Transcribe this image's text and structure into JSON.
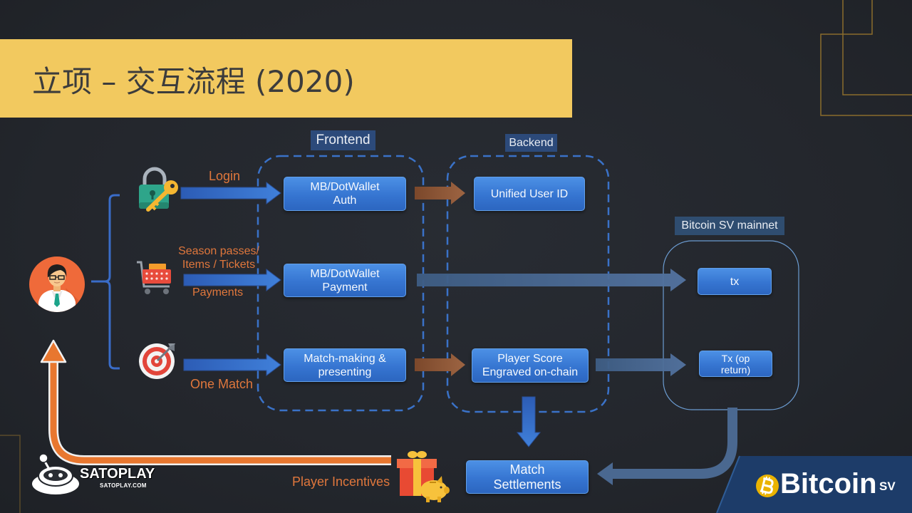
{
  "title": "立项 – 交互流程 (2020)",
  "sections": {
    "frontend": "Frontend",
    "backend": "Backend",
    "mainnet": "Bitcoin SV mainnet"
  },
  "nodes": {
    "auth": [
      "MB/DotWallet",
      "Auth"
    ],
    "unified_user_id": [
      "Unified User ID"
    ],
    "payment": [
      "MB/DotWallet",
      "Payment"
    ],
    "tx": [
      "tx"
    ],
    "matchmaking": [
      "Match-making &",
      "presenting"
    ],
    "player_score": [
      "Player Score",
      "Engraved on-chain"
    ],
    "tx_op_return": [
      "Tx (op",
      "return)"
    ],
    "match_settlements": [
      "Match",
      "Settlements"
    ]
  },
  "labels": {
    "login": "Login",
    "season_passes": [
      "Season passes/",
      "Items / Tickets"
    ],
    "payments": "Payments",
    "one_match": "One Match",
    "player_incentives": "Player Incentives"
  },
  "logos": {
    "satoplay": {
      "name": "SATOPLAY",
      "site": "SATOPLAY.COM"
    },
    "bitcoin_sv": {
      "name": "Bitcoin",
      "suffix": "SV"
    }
  },
  "icons": {
    "login": "lock-key-icon",
    "purchase": "shopping-cart-icon",
    "match": "target-dart-icon",
    "user": "user-avatar-icon",
    "incentives": "gift-piggy-bank-icon",
    "satoplay": "satoplay-joystick-icon",
    "bitcoin": "bitcoin-icon"
  },
  "colors": {
    "background": "#23262c",
    "title_bar": "#f2c95f",
    "title_text": "#3c3c3c",
    "node_blue": "#3a78d4",
    "frame_dashed": "#3a72c8",
    "label_orange": "#e0773c",
    "arrow_brown": "#8f5a37",
    "arrow_slate": "#4a6890",
    "incentive_arrow": "#e8772f",
    "accent_gold": "#8a6d2c",
    "bitcoin_orange": "#eab300",
    "bsv_blue": "#1d3c69"
  }
}
